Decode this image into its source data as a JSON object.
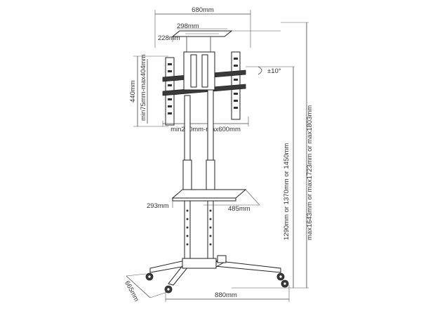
{
  "dimensions": {
    "overall_width": "680mm",
    "top_shelf_width": "298mm",
    "top_shelf_depth": "228mm",
    "bracket_height": "440mm",
    "vesa_vertical": "min75mm-max404mm",
    "vesa_horizontal": "min200mm-max600mm",
    "tilt": "±10°",
    "height_to_bracket": "1290mm or 1370mm or 1450mm",
    "overall_height": "max1643mm or max1723mm or max1803mm",
    "tray_depth": "293mm",
    "tray_width": "485mm",
    "base_depth": "665mm",
    "base_width": "880mm"
  },
  "colors": {
    "line": "#444444",
    "part": "#222222"
  }
}
